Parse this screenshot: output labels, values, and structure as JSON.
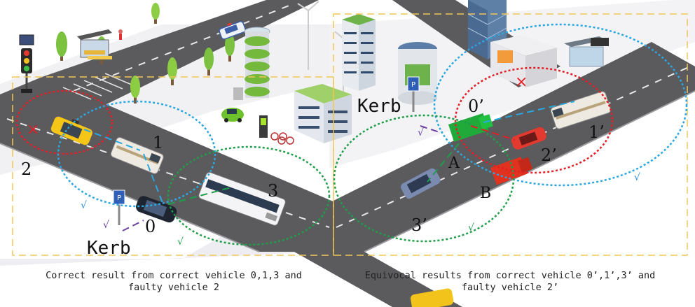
{
  "colors": {
    "road": "#5f5f62",
    "road_edge": "#8a8a8d",
    "sidewalk": "#e9e9ee",
    "panel_border": "#f2c55a",
    "correct_circle": "#2aa7e0",
    "faulty_circle": "#e21f26",
    "green_circle": "#1f9e4a",
    "kerb_line": "#6a3fa0",
    "check": "#2a8fd8"
  },
  "left_panel": {
    "vehicle_labels": [
      "1",
      "2",
      "3",
      "0"
    ],
    "kerb_label": "Kerb",
    "marks": {
      "cross": "×",
      "check": "√"
    },
    "caption_line1": "Correct result from correct vehicle 0,1,3 and",
    "caption_line2": "faulty vehicle 2"
  },
  "right_panel": {
    "vehicle_labels": [
      "0’",
      "1’",
      "2’",
      "3’",
      "A",
      "B"
    ],
    "kerb_label": "Kerb",
    "marks": {
      "cross": "×",
      "check": "√"
    },
    "caption_line1": "Equivocal results from correct vehicle 0’,1’,3’ and",
    "caption_line2": "faulty vehicle 2’"
  },
  "icons": [
    "traffic-light-icon",
    "bus-stop-icon",
    "building-icon",
    "tree-icon",
    "charging-station-icon",
    "bike-rack-icon",
    "parking-sign-icon"
  ]
}
